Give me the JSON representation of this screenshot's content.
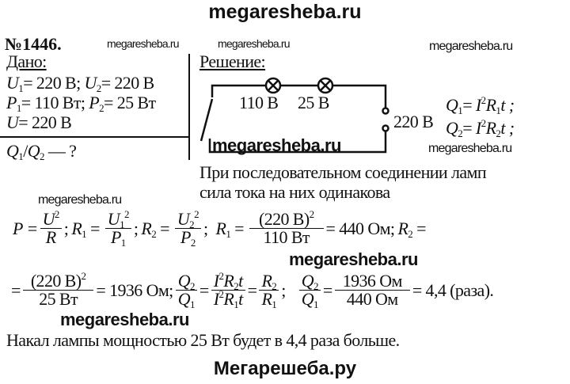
{
  "header": {
    "site": "megaresheba.ru"
  },
  "footer": {
    "site": "Мегарешеба.ру"
  },
  "problem_number": "№1446.",
  "watermark": "megaresheba.ru",
  "given": {
    "title": "Дано:",
    "line1": [
      "U",
      "1",
      "= 220 В; ",
      "U",
      "2",
      "= 220 В"
    ],
    "line2": [
      "P",
      "1",
      "= 110 Вт; ",
      "P",
      "2",
      "= 25 Вт"
    ],
    "line3": [
      "U",
      "= 220 В"
    ],
    "find": [
      "Q",
      "1",
      "/",
      "Q",
      "2",
      " — ?"
    ]
  },
  "solution": {
    "title": "Решение:",
    "lamp1_label": "110 В",
    "lamp2_label": "25 В",
    "source_label": "220 В",
    "q1": [
      "Q",
      "1",
      "= ",
      "I",
      "2",
      "R",
      "1",
      "t ;"
    ],
    "q2": [
      "Q",
      "2",
      "= ",
      "I",
      "2",
      "R",
      "2",
      "t ;"
    ],
    "text1": "При последовательном соединении ламп",
    "text2": "сила тока на них одинакова",
    "conclusion": "Накал лампы мощностью 25 Вт будет в 4,4 раза больше."
  },
  "formula1": {
    "p": "P =",
    "u2": "U",
    "two": "2",
    "r": "R",
    "sep": ";",
    "r1": "R",
    "one": "1",
    "eq": "=",
    "p1": "P",
    "r2": "R",
    "p2": "P",
    "num": "(220 В)",
    "den1": "110 Вт",
    "res1": "= 440 Ом;",
    "r2eq": "="
  },
  "formula2": {
    "eq": "=",
    "num": "(220 В)",
    "den": "25 Вт",
    "res": "= 1936 Ом;",
    "q": "Q",
    "i": "I",
    "t": "t",
    "semi": ";",
    "num2": "1936 Ом",
    "den2": "440 Ом",
    "res2": "= 4,4 (раза)."
  }
}
